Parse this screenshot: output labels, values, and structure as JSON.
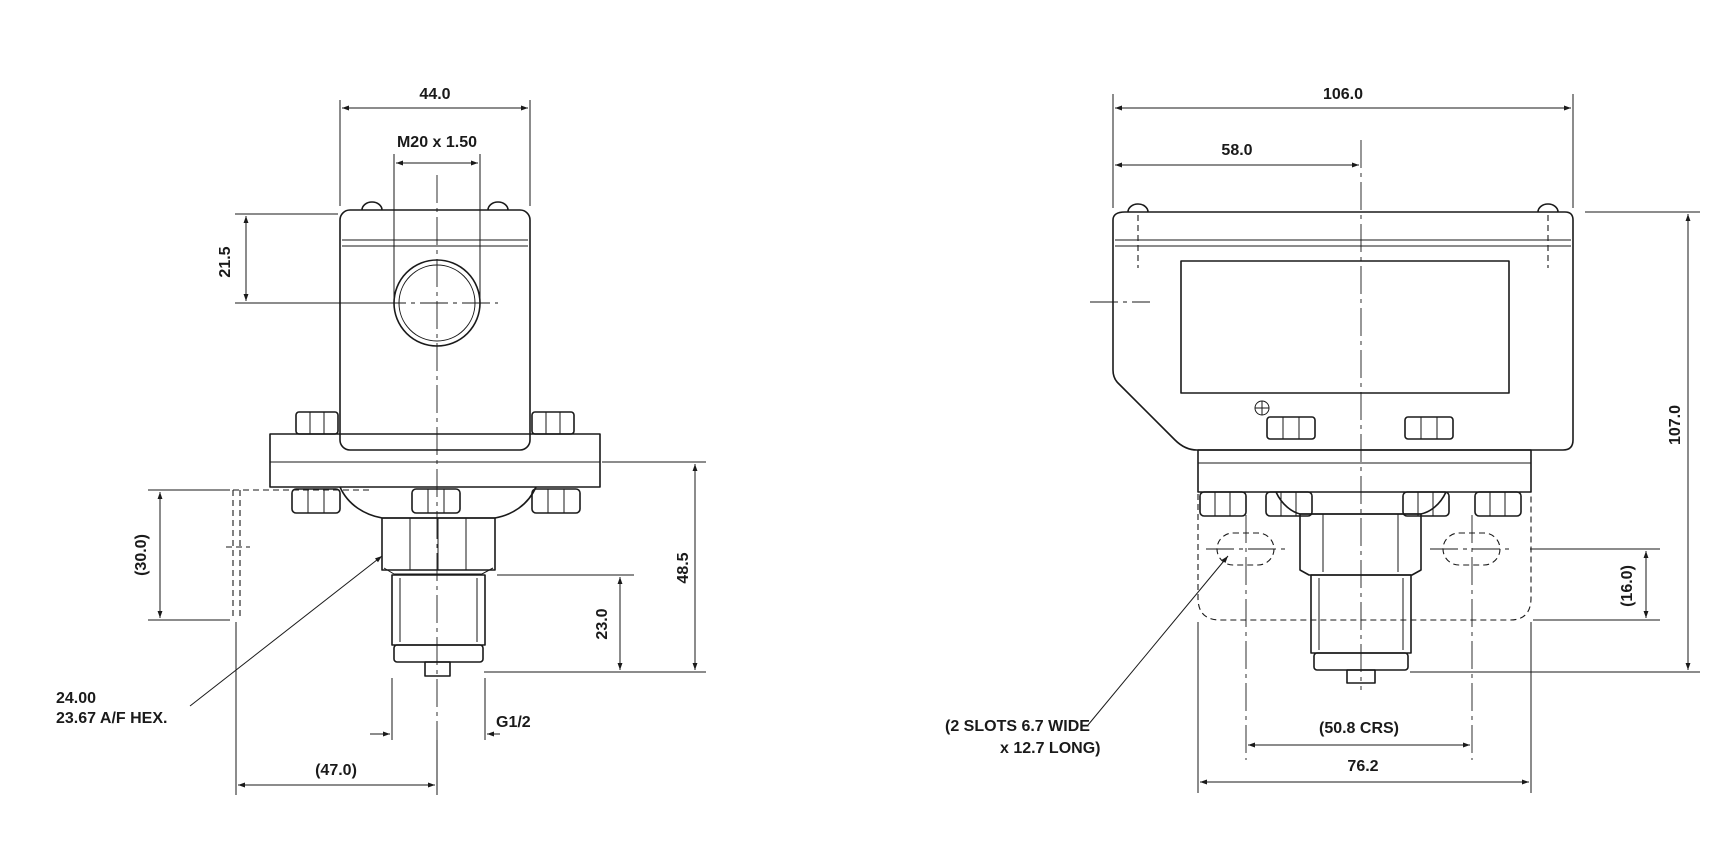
{
  "side_view": {
    "width_overall": "44.0",
    "thread_port": "M20 x 1.50",
    "port_height": "21.5",
    "height_overall": "48.5",
    "stem_height": "23.0",
    "mount_height": "(30.0)",
    "mount_offset": "(47.0)",
    "hex_line1": "24.00",
    "hex_line2": "23.67 A/F HEX.",
    "connection": "G1/2"
  },
  "front_view": {
    "width_overall": "106.0",
    "width_center": "58.0",
    "height_overall": "107.0",
    "slot_height": "(16.0)",
    "slot_centres": "(50.8 CRS)",
    "base_width": "76.2",
    "slots_line1": "(2 SLOTS 6.7 WIDE",
    "slots_line2": "x 12.7 LONG)"
  },
  "colors": {
    "line": "#1a1a1a",
    "background": "#ffffff"
  }
}
